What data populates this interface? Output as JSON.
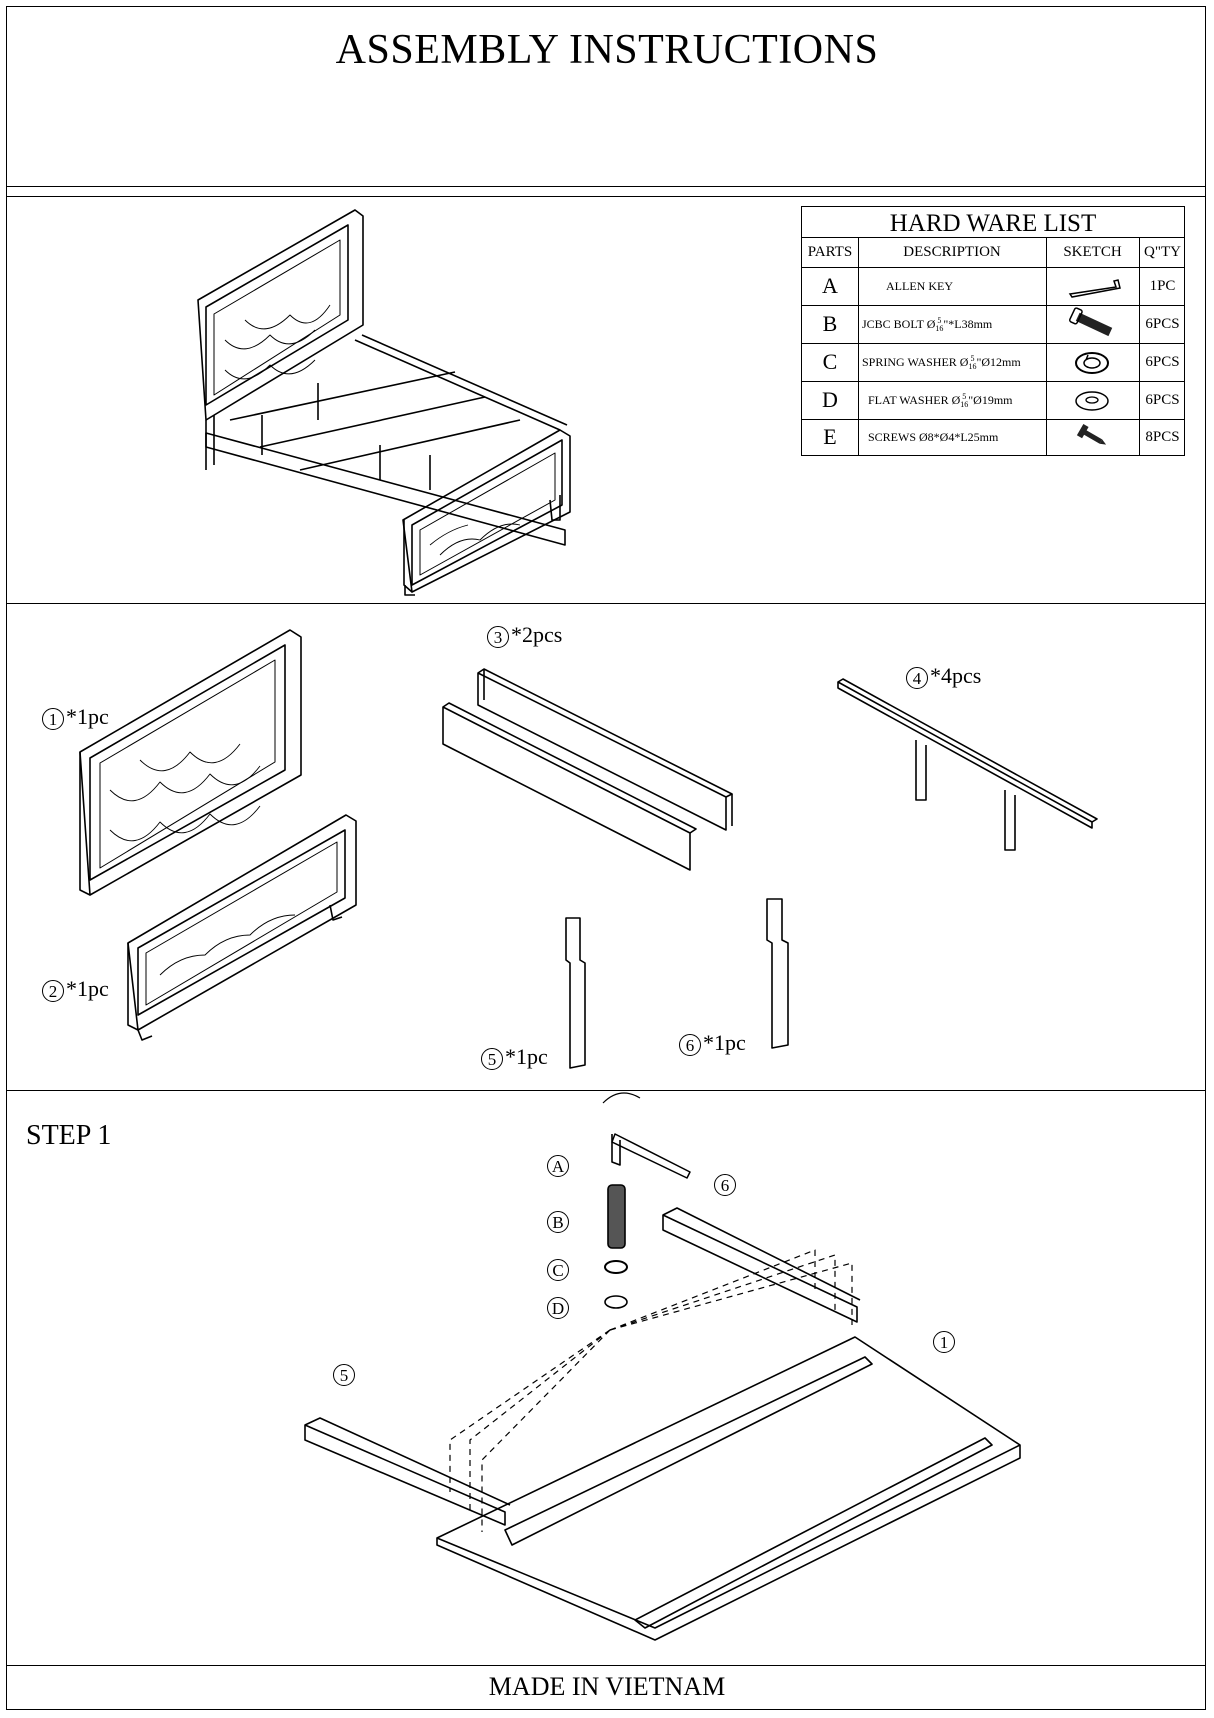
{
  "header": {
    "title": "ASSEMBLY INSTRUCTIONS"
  },
  "hardware": {
    "title": "HARD WARE LIST",
    "columns": {
      "parts": "PARTS",
      "description": "DESCRIPTION",
      "sketch": "SKETCH",
      "qty": "Q\"TY"
    },
    "rows": [
      {
        "part": "A",
        "desc": "ALLEN KEY",
        "qty": "1PC",
        "icon": "allen-key-icon"
      },
      {
        "part": "B",
        "desc_pre": "JCBC BOLT Ø",
        "desc_frac_num": "5",
        "desc_frac_den": "16",
        "desc_post": "\"*L38mm",
        "qty": "6PCS",
        "icon": "bolt-icon"
      },
      {
        "part": "C",
        "desc_pre": "SPRING WASHER Ø",
        "desc_frac_num": "5",
        "desc_frac_den": "16",
        "desc_post": "\"Ø12mm",
        "qty": "6PCS",
        "icon": "spring-washer-icon"
      },
      {
        "part": "D",
        "desc_pre": "FLAT WASHER Ø",
        "desc_frac_num": "5",
        "desc_frac_den": "16",
        "desc_post": "\"Ø19mm",
        "qty": "6PCS",
        "icon": "flat-washer-icon"
      },
      {
        "part": "E",
        "desc": "SCREWS Ø8*Ø4*L25mm",
        "qty": "8PCS",
        "icon": "screw-icon"
      }
    ]
  },
  "parts": {
    "p1": {
      "num": "1",
      "qty": "*1pc"
    },
    "p2": {
      "num": "2",
      "qty": "*1pc"
    },
    "p3": {
      "num": "3",
      "qty": "*2pcs"
    },
    "p4": {
      "num": "4",
      "qty": "*4pcs"
    },
    "p5": {
      "num": "5",
      "qty": "*1pc"
    },
    "p6": {
      "num": "6",
      "qty": "*1pc"
    }
  },
  "step1": {
    "title": "STEP 1",
    "callouts": {
      "a": "A",
      "b": "B",
      "c": "C",
      "d": "D",
      "six": "6",
      "five": "5",
      "one": "1"
    }
  },
  "footer": {
    "text": "MADE IN VIETNAM"
  }
}
